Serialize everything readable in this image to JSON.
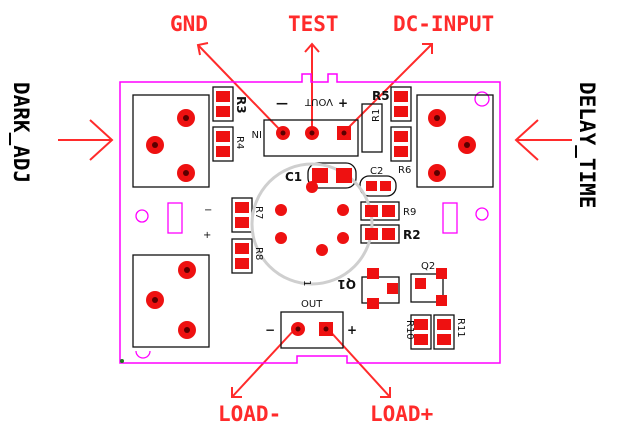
{
  "callouts": {
    "gnd": "GND",
    "test": "TEST",
    "dc_input": "DC-INPUT",
    "load_minus": "LOAD-",
    "load_plus": "LOAD+"
  },
  "side_labels": {
    "left": "DARK_ADJ",
    "right": "DELAY_TIME"
  },
  "silkscreen": {
    "r1": "R1",
    "r2": "R2",
    "r3": "R3",
    "r4": "R4",
    "r5": "R5",
    "r6": "R6",
    "r7": "R7",
    "r8": "R8",
    "r9": "R9",
    "r10": "R10",
    "r11": "R11",
    "c1": "C1",
    "c2": "C2",
    "q1": "Q1",
    "q2": "Q2",
    "in_label": "IN",
    "vout_label": "VOUT",
    "vout_minus": "—",
    "vout_plus": "+",
    "out_label": "OUT",
    "out_minus": "−",
    "out_plus": "+",
    "ic_minus": "−",
    "ic_plus": "+",
    "ic_pin": "1"
  },
  "colors": {
    "outline": "#ff00ff",
    "pad": "#ee1111",
    "arrow": "#ff2b2b",
    "silk": "#111111",
    "ic_ring": "#cfcfcf"
  }
}
